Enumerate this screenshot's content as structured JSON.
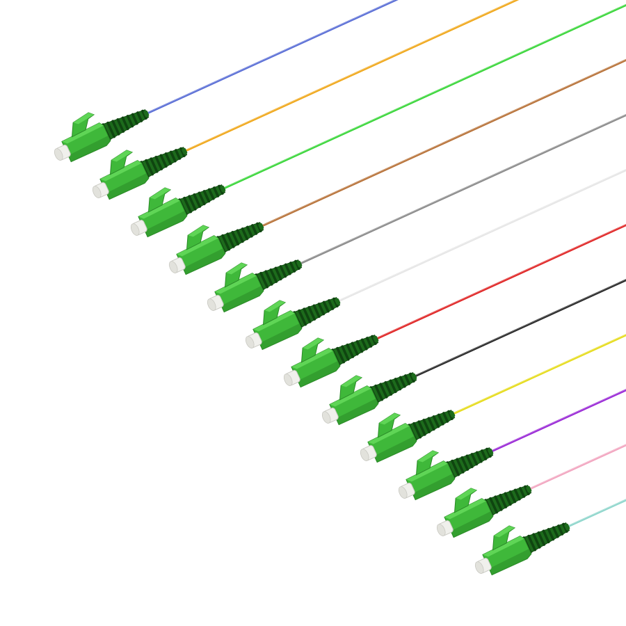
{
  "scene": {
    "background": "#ffffff",
    "subject": "fiber-optic-pigtail-set",
    "connector_type": "LC/APC"
  },
  "connector_colors": {
    "body": "#3fb83a",
    "body_light": "#5fd556",
    "body_dark": "#2a8a27",
    "boot": "#1d6b1c",
    "boot_dark": "#0f4510",
    "ferrule": "#f0f0ec",
    "ferrule_shade": "#c9c9c2"
  },
  "pigtails": [
    {
      "index": 1,
      "fiber_color": "#5b6fd6"
    },
    {
      "index": 2,
      "fiber_color": "#f0a81c"
    },
    {
      "index": 3,
      "fiber_color": "#3ad63a"
    },
    {
      "index": 4,
      "fiber_color": "#b8733a"
    },
    {
      "index": 5,
      "fiber_color": "#8c8c8c"
    },
    {
      "index": 6,
      "fiber_color": "#e6e6e6"
    },
    {
      "index": 7,
      "fiber_color": "#e02828"
    },
    {
      "index": 8,
      "fiber_color": "#2a2a2a"
    },
    {
      "index": 9,
      "fiber_color": "#e6dc1e"
    },
    {
      "index": 10,
      "fiber_color": "#9a2ad6"
    },
    {
      "index": 11,
      "fiber_color": "#f2a6c0"
    },
    {
      "index": 12,
      "fiber_color": "#8fd6cc"
    }
  ]
}
